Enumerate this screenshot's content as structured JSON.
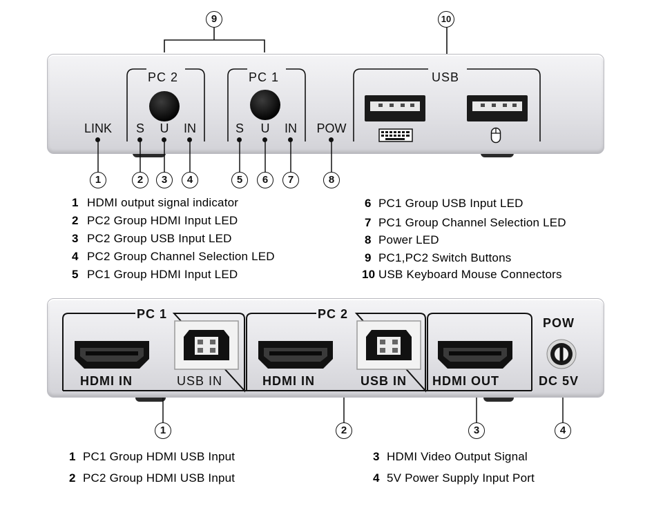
{
  "front_panel": {
    "groups": {
      "pc2": "PC 2",
      "pc1": "PC 1",
      "usb": "USB"
    },
    "leds": {
      "link": "LINK",
      "pc2_s": "S",
      "pc2_u": "U",
      "pc2_in": "IN",
      "pc1_s": "S",
      "pc1_u": "U",
      "pc1_in": "IN",
      "pow": "POW"
    },
    "icons": [
      "keyboard-icon",
      "mouse-icon"
    ]
  },
  "front_callouts": [
    "1",
    "2",
    "3",
    "4",
    "5",
    "6",
    "7",
    "8",
    "9",
    "10"
  ],
  "front_legend_left": [
    {
      "num": "1",
      "text": "HDMI output signal indicator"
    },
    {
      "num": "2",
      "text": "PC2 Group HDMI Input LED"
    },
    {
      "num": "3",
      "text": "PC2 Group USB Input LED"
    },
    {
      "num": "4",
      "text": "PC2 Group Channel Selection LED"
    },
    {
      "num": "5",
      "text": "PC1 Group HDMI Input LED"
    }
  ],
  "front_legend_right": [
    {
      "num": "6",
      "text": "PC1 Group USB Input LED"
    },
    {
      "num": "7",
      "text": "PC1 Group Channel Selection LED"
    },
    {
      "num": "8",
      "text": "Power LED"
    },
    {
      "num": "9",
      "text": "PC1,PC2 Switch Buttons"
    },
    {
      "num": "10",
      "text": "USB Keyboard Mouse Connectors"
    }
  ],
  "rear_panel": {
    "groups": {
      "pc1": "PC 1",
      "pc2": "PC 2",
      "pow": "POW"
    },
    "ports": {
      "pc1_hdmi": "HDMI  IN",
      "pc1_usb": "USB  IN",
      "pc2_hdmi": "HDMI  IN",
      "pc2_usb": "USB  IN",
      "hdmi_out": "HDMI  OUT",
      "dc": "DC 5V"
    }
  },
  "rear_callouts": [
    "1",
    "2",
    "3",
    "4"
  ],
  "rear_legend_left": [
    {
      "num": "1",
      "text": "PC1 Group HDMI USB Input"
    },
    {
      "num": "2",
      "text": "PC2 Group HDMI USB Input"
    }
  ],
  "rear_legend_right": [
    {
      "num": "3",
      "text": "HDMI Video Output Signal"
    },
    {
      "num": "4",
      "text": "5V Power Supply Input Port"
    }
  ]
}
